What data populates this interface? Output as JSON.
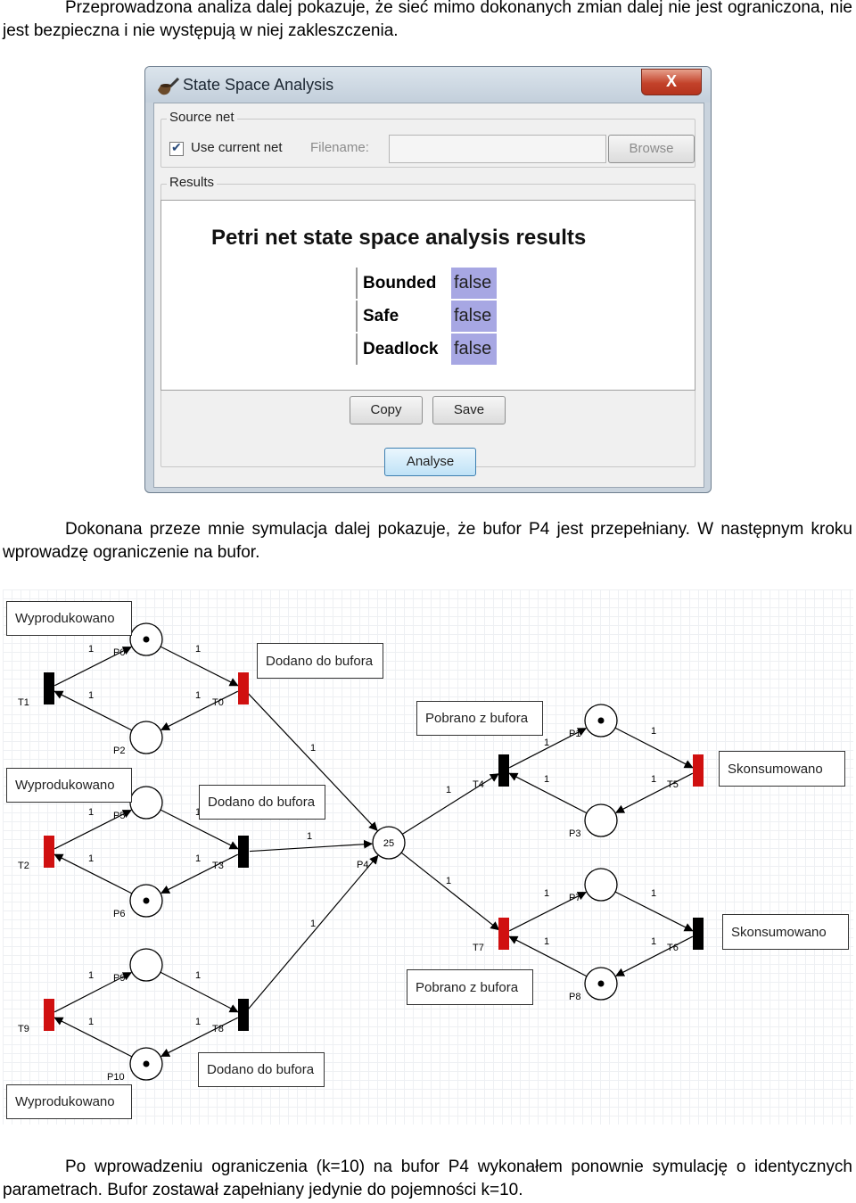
{
  "paragraph1": "Przeprowadzona analiza dalej pokazuje, że sieć mimo dokonanych zmian dalej nie jest ograniczona, nie jest bezpieczna i nie występują w niej zakleszczenia.",
  "paragraph2": "Dokonana przeze mnie symulacja dalej pokazuje, że bufor P4 jest przepełniany. W następnym kroku wprowadzę ograniczenie na bufor.",
  "paragraph3": "Po wprowadzeniu ograniczenia (k=10) na bufor P4 wykonałem ponownie symulację o identycznych parametrach. Bufor zostawał zapełniany jedynie do pojemności k=10.",
  "dialog": {
    "title": "State Space Analysis",
    "close_label": "X",
    "source_group": "Source net",
    "use_current_net": "Use current net",
    "use_current_checked": true,
    "filename_label": "Filename:",
    "filename_value": "",
    "browse_label": "Browse",
    "results_group": "Results",
    "results_title": "Petri net state space analysis results",
    "rows": [
      {
        "key": "Bounded",
        "value": "false"
      },
      {
        "key": "Safe",
        "value": "false"
      },
      {
        "key": "Deadlock",
        "value": "false"
      }
    ],
    "copy_label": "Copy",
    "save_label": "Save",
    "analyse_label": "Analyse"
  },
  "petri": {
    "places": [
      {
        "id": "P0",
        "label": "P0",
        "tokens": 1
      },
      {
        "id": "P2",
        "label": "P2",
        "tokens": 0
      },
      {
        "id": "P5",
        "label": "P5",
        "tokens": 0
      },
      {
        "id": "P6",
        "label": "P6",
        "tokens": 1
      },
      {
        "id": "P9",
        "label": "P9",
        "tokens": 0
      },
      {
        "id": "P10",
        "label": "P10",
        "tokens": 1
      },
      {
        "id": "P4",
        "label": "P4",
        "tokens": 25
      },
      {
        "id": "P1",
        "label": "P1",
        "tokens": 1
      },
      {
        "id": "P3",
        "label": "P3",
        "tokens": 0
      },
      {
        "id": "P7",
        "label": "P7",
        "tokens": 0
      },
      {
        "id": "P8",
        "label": "P8",
        "tokens": 1
      }
    ],
    "transitions": [
      {
        "id": "T1",
        "label": "T1",
        "enabled": false
      },
      {
        "id": "T0",
        "label": "T0",
        "enabled": true
      },
      {
        "id": "T2",
        "label": "T2",
        "enabled": true
      },
      {
        "id": "T3",
        "label": "T3",
        "enabled": false
      },
      {
        "id": "T9",
        "label": "T9",
        "enabled": true
      },
      {
        "id": "T8",
        "label": "T8",
        "enabled": false
      },
      {
        "id": "T4",
        "label": "T4",
        "enabled": false
      },
      {
        "id": "T5",
        "label": "T5",
        "enabled": true
      },
      {
        "id": "T7",
        "label": "T7",
        "enabled": true
      },
      {
        "id": "T6",
        "label": "T6",
        "enabled": false
      }
    ],
    "arc_weight": "1",
    "colors": {
      "enabled": "#d01010",
      "disabled": "#000000"
    },
    "boxes": [
      "Wyprodukowano",
      "Dodano do bufora",
      "Wyprodukowano",
      "Dodano do bufora",
      "Dodano do bufora",
      "Wyprodukowano",
      "Pobrano z bufora",
      "Skonsumowano",
      "Skonsumowano",
      "Pobrano z bufora"
    ]
  }
}
